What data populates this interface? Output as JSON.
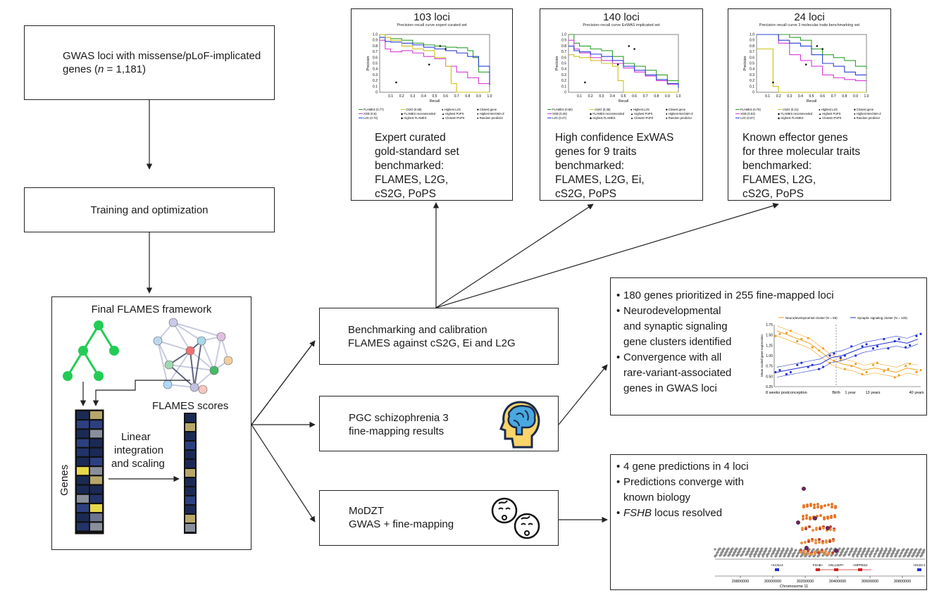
{
  "flow": {
    "gwas_loci": "GWAS loci with missense/pLoF-implicated genes (n = 1,181)",
    "gwas_line1": "GWAS loci with missense/pLoF-implicated",
    "gwas_line2_pre": "genes (",
    "gwas_line2_n": "n",
    "gwas_line2_post": " = 1,181)",
    "training": "Training and optimization",
    "framework_title": "Final FLAMES framework",
    "flames_scores": "FLAMES scores",
    "genes_label": "Genes",
    "linear_integration": [
      "Linear",
      "integration",
      "and scaling"
    ],
    "benchmarking": [
      "Benchmarking and calibration",
      "FLAMES against cS2G, Ei and L2G"
    ],
    "pgc": [
      "PGC schizophrenia 3",
      "fine-mapping results"
    ],
    "modzt": [
      "MoDZT",
      "GWAS + fine-mapping"
    ]
  },
  "panels": [
    {
      "loci": "103 loci",
      "subtitle": "Precision–recall curve expert curated set",
      "caption": [
        "Expert curated",
        "gold-standard set",
        "benchmarked:",
        "FLAMES, L2G,",
        "cS2G, PoPS"
      ],
      "legend": [
        {
          "name": "FLAMES (0.77)",
          "color": "#2ca02c"
        },
        {
          "name": "XGB (0.6)",
          "color": "#d63ad6"
        },
        {
          "name": "L2G (0.73)",
          "color": "#2a3fd6"
        },
        {
          "name": "cS2G (0.58)",
          "color": "#c9c21c"
        },
        {
          "name": "FLAMES recommended",
          "marker": "◆"
        },
        {
          "name": "Highest FLAMES",
          "marker": "◆"
        },
        {
          "name": "Highest L2G",
          "marker": "●"
        },
        {
          "name": "Highest PoPS",
          "marker": "▲"
        },
        {
          "name": "Closest+PoPS",
          "marker": "▲"
        },
        {
          "name": "Closest gene",
          "marker": "■"
        },
        {
          "name": "Highest MAGMA-Z",
          "marker": "●"
        },
        {
          "name": "Random predictor",
          "marker": "●"
        }
      ]
    },
    {
      "loci": "140 loci",
      "subtitle": "Precision–recall curve ExWAS implicated set",
      "caption": [
        "High confidence ExWAS",
        "genes for 9 traits",
        "benchmarked:",
        "FLAMES, L2G, Ei,",
        "cS2G, PoPS"
      ],
      "legend": [
        {
          "name": "FLAMES (0.55)",
          "color": "#2ca02c"
        },
        {
          "name": "XGB (0.46)",
          "color": "#d63ad6"
        },
        {
          "name": "L2G (0.47)",
          "color": "#2a3fd6"
        },
        {
          "name": "cS2G (0.36)",
          "color": "#c9c21c"
        },
        {
          "name": "FLAMES recommended",
          "marker": "◆"
        },
        {
          "name": "Highest FLAMES",
          "marker": "◆"
        },
        {
          "name": "Highest L2G",
          "marker": "●"
        },
        {
          "name": "Highest PoPS",
          "marker": "▲"
        },
        {
          "name": "Closest+PoPS",
          "marker": "▲"
        },
        {
          "name": "Closest gene",
          "marker": "■"
        },
        {
          "name": "Highest MAGMA-Z",
          "marker": "●"
        },
        {
          "name": "Random predictor",
          "marker": "●"
        }
      ]
    },
    {
      "loci": "24 loci",
      "subtitle": "Precision–recall curve 3 molecular traits benchmarking set",
      "caption": [
        "Known effector genes",
        "for three molecular traits",
        "benchmarked:",
        "FLAMES, L2G,",
        "cS2G, PoPS"
      ],
      "legend": [
        {
          "name": "FLAMES (0.78)",
          "color": "#2ca02c"
        },
        {
          "name": "XGB (0.63)",
          "color": "#d63ad6"
        },
        {
          "name": "L2G (0.67)",
          "color": "#2a3fd6"
        },
        {
          "name": "cS2G (0.21)",
          "color": "#c9c21c"
        },
        {
          "name": "FLAMES recommended",
          "marker": "◆"
        },
        {
          "name": "Highest FLAMES",
          "marker": "◆"
        },
        {
          "name": "Highest L2G",
          "marker": "●"
        },
        {
          "name": "Highest PoPS",
          "marker": "▲"
        },
        {
          "name": "Closest+PoPS",
          "marker": "▲"
        },
        {
          "name": "Closest gene",
          "marker": "■"
        },
        {
          "name": "Highest MAGMA-Z",
          "marker": "●"
        },
        {
          "name": "Random predictor",
          "marker": "●"
        }
      ]
    }
  ],
  "pr_axes": {
    "xlabel": "Recall",
    "ylabel": "Precision",
    "ticks": [
      "0.1",
      "0.2",
      "0.3",
      "0.4",
      "0.5",
      "0.6",
      "0.7",
      "0.8",
      "0.9",
      "1.0"
    ],
    "yticks": [
      "0",
      "0.1",
      "0.2",
      "0.3",
      "0.4",
      "0.5",
      "0.6",
      "0.7",
      "0.8",
      "0.9",
      "1.0"
    ]
  },
  "schizophrenia": {
    "bullets": [
      "180 genes  prioritized in 255 fine-mapped loci",
      "Neurodevelopmental and synaptic signaling gene clusters identified",
      "Convergence with all rare-variant-associated genes in GWAS loci"
    ],
    "bullet_lines": [
      [
        "180 genes  prioritized in 255 fine-mapped loci"
      ],
      [
        "Neurodevelopmental",
        "and synaptic signaling",
        "gene clusters identified"
      ],
      [
        "Convergence with all",
        "rare-variant-associated",
        "genes in GWAS loci"
      ]
    ],
    "legend": [
      "Neurodevelopmental cluster (N = 59)",
      "Synaptic signaling cluster (N = 120)"
    ],
    "ylabel": "Mean scaled gene expression",
    "yticks": [
      "0.25",
      "0.50",
      "0.75",
      "1.00",
      "1.25",
      "1.50",
      "1.75"
    ],
    "xticks": [
      "8 weeks postconception",
      "Birth",
      "1 year",
      "13 years",
      "40 years"
    ]
  },
  "modzt": {
    "bullets": [
      "4 gene predictions in 4 loci",
      "Predictions converge with known biology",
      "FSHB locus resolved"
    ],
    "bullet_lines": [
      [
        "4 gene predictions in 4 loci"
      ],
      [
        "Predictions converge with",
        "known biology"
      ]
    ],
    "fshb_italic": "FSHB",
    "fshb_rest": " locus resolved",
    "genes": [
      "KCNA4",
      "FSHB",
      "ARL14EP",
      "MPPED2",
      "DCDC1"
    ],
    "gene_labels": [
      "+KCNA4",
      "FSHB+",
      "ARL14EP+",
      "+MPPED2",
      "+DCDC1"
    ],
    "xticks": [
      "29800000",
      "30000000",
      "30200000",
      "30400000",
      "30600000",
      "30800000"
    ],
    "xlabel": "Chromosome 11"
  },
  "colors": {
    "flames": "#2ca02c",
    "xgb": "#d63ad6",
    "l2g": "#2a3fd6",
    "cs2g": "#c9c21c",
    "neuro": "#f0a020",
    "synaptic": "#2030d0",
    "tree_node": "#22cc55"
  },
  "chart_data": [
    {
      "type": "line",
      "title": "103 loci",
      "xlabel": "Recall",
      "ylabel": "Precision",
      "xlim": [
        0,
        1
      ],
      "ylim": [
        0,
        1
      ],
      "series": [
        {
          "name": "FLAMES (0.77)",
          "x": [
            0,
            0.05,
            0.1,
            0.2,
            0.3,
            0.4,
            0.5,
            0.6,
            0.7,
            0.8,
            0.85,
            0.9,
            1.0
          ],
          "values": [
            1.0,
            0.95,
            0.93,
            0.9,
            0.85,
            0.82,
            0.8,
            0.78,
            0.77,
            0.72,
            0.6,
            0.35,
            0.12
          ]
        },
        {
          "name": "XGB (0.6)",
          "x": [
            0,
            0.05,
            0.1,
            0.2,
            0.3,
            0.4,
            0.5,
            0.6,
            0.7,
            0.8,
            0.9,
            1.0
          ],
          "values": [
            0.9,
            0.75,
            0.7,
            0.72,
            0.68,
            0.62,
            0.58,
            0.45,
            0.35,
            0.25,
            0.15,
            0.12
          ]
        },
        {
          "name": "L2G (0.73)",
          "x": [
            0,
            0.05,
            0.1,
            0.2,
            0.3,
            0.4,
            0.5,
            0.6,
            0.7,
            0.8,
            0.9,
            1.0
          ],
          "values": [
            0.95,
            0.88,
            0.87,
            0.85,
            0.82,
            0.78,
            0.75,
            0.72,
            0.68,
            0.62,
            0.45,
            0.12
          ]
        },
        {
          "name": "cS2G (0.58)",
          "x": [
            0,
            0.05,
            0.1,
            0.2,
            0.3,
            0.4,
            0.5,
            0.6,
            0.65,
            0.7,
            1.0
          ],
          "values": [
            1.0,
            0.95,
            0.9,
            0.8,
            0.75,
            0.72,
            0.6,
            0.45,
            0.15,
            0.0,
            0.0
          ]
        }
      ]
    },
    {
      "type": "line",
      "title": "140 loci",
      "xlabel": "Recall",
      "ylabel": "Precision",
      "xlim": [
        0,
        1
      ],
      "ylim": [
        0,
        1
      ],
      "series": [
        {
          "name": "FLAMES (0.55)",
          "x": [
            0,
            0.05,
            0.1,
            0.2,
            0.3,
            0.4,
            0.5,
            0.6,
            0.7,
            0.8,
            0.9,
            1.0
          ],
          "values": [
            1.0,
            0.85,
            0.8,
            0.75,
            0.72,
            0.62,
            0.5,
            0.45,
            0.38,
            0.3,
            0.2,
            0.08
          ]
        },
        {
          "name": "XGB (0.46)",
          "x": [
            0,
            0.05,
            0.1,
            0.2,
            0.3,
            0.4,
            0.5,
            0.6,
            0.7,
            0.8,
            0.9,
            1.0
          ],
          "values": [
            0.9,
            0.75,
            0.68,
            0.6,
            0.55,
            0.5,
            0.42,
            0.35,
            0.28,
            0.2,
            0.14,
            0.08
          ]
        },
        {
          "name": "L2G (0.47)",
          "x": [
            0,
            0.05,
            0.1,
            0.2,
            0.3,
            0.4,
            0.5,
            0.6,
            0.7,
            0.8,
            0.9,
            1.0
          ],
          "values": [
            0.8,
            0.72,
            0.7,
            0.66,
            0.62,
            0.55,
            0.45,
            0.38,
            0.3,
            0.22,
            0.15,
            0.08
          ]
        },
        {
          "name": "cS2G (0.36)",
          "x": [
            0,
            0.05,
            0.1,
            0.2,
            0.3,
            0.4,
            0.45,
            0.5,
            1.0
          ],
          "values": [
            0.65,
            0.62,
            0.6,
            0.55,
            0.5,
            0.45,
            0.2,
            0.0,
            0.0
          ]
        }
      ]
    },
    {
      "type": "line",
      "title": "24 loci",
      "xlabel": "Recall",
      "ylabel": "Precision",
      "xlim": [
        0,
        1
      ],
      "ylim": [
        0,
        1
      ],
      "series": [
        {
          "name": "FLAMES (0.78)",
          "x": [
            0,
            0.1,
            0.2,
            0.3,
            0.4,
            0.5,
            0.6,
            0.7,
            0.8,
            0.9,
            1.0
          ],
          "values": [
            1.0,
            1.0,
            1.0,
            0.95,
            0.9,
            0.75,
            0.65,
            0.6,
            0.55,
            0.45,
            0.4
          ]
        },
        {
          "name": "XGB (0.63)",
          "x": [
            0,
            0.1,
            0.2,
            0.3,
            0.4,
            0.5,
            0.6,
            0.7,
            0.8,
            0.9,
            1.0
          ],
          "values": [
            1.0,
            1.0,
            0.85,
            0.65,
            0.55,
            0.45,
            0.3,
            0.25,
            0.22,
            0.2,
            0.2
          ]
        },
        {
          "name": "L2G (0.67)",
          "x": [
            0,
            0.1,
            0.2,
            0.3,
            0.4,
            0.5,
            0.6,
            0.7,
            0.8,
            0.9,
            1.0
          ],
          "values": [
            1.0,
            1.0,
            0.9,
            0.85,
            0.8,
            0.65,
            0.5,
            0.45,
            0.35,
            0.3,
            0.3
          ]
        },
        {
          "name": "cS2G (0.21)",
          "x": [
            0,
            0.05,
            0.1,
            0.15,
            0.2,
            1.0
          ],
          "values": [
            0.75,
            0.75,
            0.75,
            0.1,
            0.0,
            0.0
          ]
        }
      ]
    },
    {
      "type": "scatter",
      "title": "",
      "xlabel": "",
      "ylabel": "Mean scaled gene expression",
      "ylim": [
        0.25,
        1.75
      ],
      "series": [
        {
          "name": "Neurodevelopmental cluster (N = 59)",
          "values": [
            1.6,
            1.5,
            1.4,
            1.3,
            1.1,
            0.9,
            0.8,
            0.75,
            0.65,
            0.7,
            0.65,
            0.6,
            0.7,
            0.65
          ]
        },
        {
          "name": "Synaptic signaling cluster (N = 120)",
          "values": [
            0.6,
            0.65,
            0.7,
            0.75,
            0.8,
            0.95,
            1.0,
            1.1,
            1.2,
            1.25,
            1.3,
            1.35,
            1.3,
            1.4
          ]
        }
      ]
    }
  ]
}
